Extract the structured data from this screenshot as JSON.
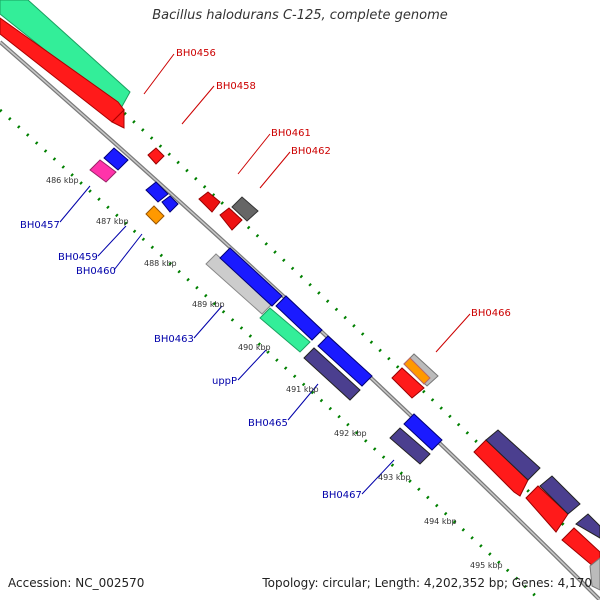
{
  "title": "Bacillus halodurans C-125, complete genome",
  "footer": {
    "accession": "Accession: NC_002570",
    "topology": "Topology: circular; Length: 4,202,352 bp; Genes: 4,170"
  },
  "colors": {
    "backbone": "#8a8a8a",
    "tick": "#008000",
    "label_plus": "#cc0000",
    "label_minus": "#0000aa"
  },
  "kbp_labels": [
    "486 kbp",
    "487 kbp",
    "488 kbp",
    "489 kbp",
    "490 kbp",
    "491 kbp",
    "492 kbp",
    "493 kbp",
    "494 kbp",
    "495 kbp"
  ],
  "genes_plus": [
    "BH0456",
    "BH0458",
    "BH0461",
    "BH0462",
    "BH0466"
  ],
  "genes_minus": [
    "BH0457",
    "BH0459",
    "BH0460",
    "BH0463",
    "uppP",
    "BH0465",
    "BH0467"
  ]
}
